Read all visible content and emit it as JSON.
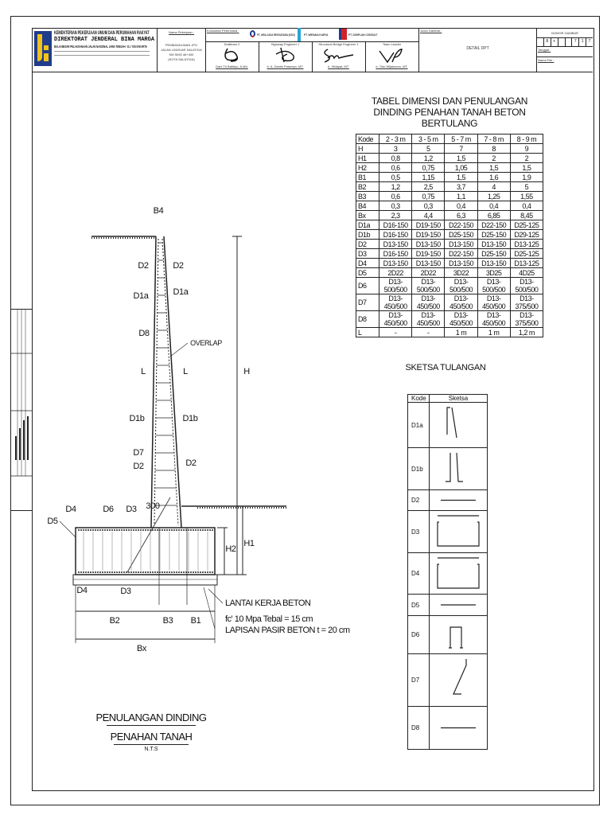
{
  "title_block": {
    "ministry": "KEMENTERIAN PEKERJAAN UMUM DAN PERUMAHAN RAKYAT",
    "directorate": "DIREKTORAT JENDERAL BINA MARGA",
    "office": "BALAI BESAR PELAKSANAAN JALAN NASIONAL JAWA TENGAH - D.I. YOGYAKARTA",
    "project_label": "Nama Pekerjaan :",
    "project_lines": [
      "PEMBANGUNAN JPO",
      "JALAN LINGKAR SALATIGA",
      "KM SMG 46+400",
      "(KOTA SALATIGA)"
    ],
    "consultant_label": "Konsultan Perencana :",
    "consultants": [
      "PT. ARIA JASA REKSATAMA (KSO)",
      "PT. WIRANA KARYA",
      "PT. DISIPLAN CONSULT"
    ],
    "signatories": [
      {
        "role": "Drafteam 2",
        "name": "Dani Tri Bahtiyo, A.Md."
      },
      {
        "role": "Highway Engineer 1",
        "name": "Ir. A. Daniel Prasetyo, MT."
      },
      {
        "role": "Structural Bridge Engineer 1",
        "name": "Ir. Hidayat, MT."
      },
      {
        "role": "Team Leader",
        "name": "Ir. Toto Wijaksono, MT."
      }
    ],
    "drawing_title_label": "Judul Gambar :",
    "drawing_title": "DETAIL DPT",
    "sheet_number_label": "NOMOR GAMBAR",
    "sheet_number_cells": [
      "",
      "8",
      "+",
      "",
      "",
      "7",
      "1",
      "7"
    ],
    "date_label": "Tanggal :",
    "file_label": "Nama File :"
  },
  "dimension_table": {
    "title_lines": [
      "TABEL DIMENSI DAN PENULANGAN",
      "DINDING PENAHAN TANAH BETON BERTULANG"
    ],
    "headers": [
      "Kode",
      "2 - 3 m",
      "3 - 5 m",
      "5 - 7 m",
      "7 - 8 m",
      "8 - 9 m"
    ],
    "rows": [
      [
        "H",
        "3",
        "5",
        "7",
        "8",
        "9"
      ],
      [
        "H1",
        "0,8",
        "1,2",
        "1,5",
        "2",
        "2"
      ],
      [
        "H2",
        "0,6",
        "0,75",
        "1,05",
        "1,5",
        "1,5"
      ],
      [
        "B1",
        "0,5",
        "1,15",
        "1,5",
        "1,6",
        "1,9"
      ],
      [
        "B2",
        "1,2",
        "2,5",
        "3,7",
        "4",
        "5"
      ],
      [
        "B3",
        "0,6",
        "0,75",
        "1,1",
        "1,25",
        "1,55"
      ],
      [
        "B4",
        "0,3",
        "0,3",
        "0,4",
        "0,4",
        "0,4"
      ],
      [
        "Bx",
        "2,3",
        "4,4",
        "6,3",
        "6,85",
        "8,45"
      ],
      [
        "D1a",
        "D16-150",
        "D19-150",
        "D22-150",
        "D22-150",
        "D25-125"
      ],
      [
        "D1b",
        "D16-150",
        "D19-150",
        "D25-150",
        "D25-150",
        "D29-125"
      ],
      [
        "D2",
        "D13-150",
        "D13-150",
        "D13-150",
        "D13-150",
        "D13-125"
      ],
      [
        "D3",
        "D16-150",
        "D19-150",
        "D22-150",
        "D25-150",
        "D25-125"
      ],
      [
        "D4",
        "D13-150",
        "D13-150",
        "D13-150",
        "D13-150",
        "D13-125"
      ],
      [
        "D5",
        "2D22",
        "2D22",
        "3D22",
        "3D25",
        "4D25"
      ],
      [
        "D6",
        "D13-500/500",
        "D13-500/500",
        "D13-500/500",
        "D13-500/500",
        "D13-500/500"
      ],
      [
        "D7",
        "D13-450/500",
        "D13-450/500",
        "D13-450/500",
        "D13-450/500",
        "D13-375/500"
      ],
      [
        "D8",
        "D13-450/500",
        "D13-450/500",
        "D13-450/500",
        "D13-450/500",
        "D13-375/500"
      ],
      [
        "L",
        "-",
        "-",
        "1 m",
        "1 m",
        "1,2 m"
      ]
    ]
  },
  "sketch_table": {
    "title": "SKETSA TULANGAN",
    "headers": [
      "Kode",
      "Sketsa"
    ],
    "rows": [
      {
        "code": "D1a",
        "shape": "hook-slant-bar"
      },
      {
        "code": "D1b",
        "shape": "double-l-bar"
      },
      {
        "code": "D2",
        "shape": "straight-bar"
      },
      {
        "code": "D3",
        "shape": "u-bar-with-top"
      },
      {
        "code": "D4",
        "shape": "u-bar-with-top"
      },
      {
        "code": "D5",
        "shape": "straight-bar"
      },
      {
        "code": "D6",
        "shape": "hat-bar"
      },
      {
        "code": "D7",
        "shape": "z-bar"
      },
      {
        "code": "D8",
        "shape": "straight-bar"
      }
    ]
  },
  "section": {
    "labels": {
      "b4": "B4",
      "d2_left": "D2",
      "d2_right": "D2",
      "d1a_left": "D1a",
      "d1a_right": "D1a",
      "d8": "D8",
      "overlap": "OVERLAP",
      "l_left": "L",
      "l_right": "L",
      "h": "H",
      "d1b_left": "D1b",
      "d1b_right": "D1b",
      "d7": "D7",
      "d2_lower_left": "D2",
      "d2_lower_right": "D2",
      "d4_top": "D4",
      "d6": "D6",
      "d3_top": "D3",
      "angle": "300",
      "d5": "D5",
      "h1": "H1",
      "h2": "H2",
      "d4_bottom": "D4",
      "d3_bottom": "D3",
      "b2": "B2",
      "b3": "B3",
      "b1": "B1",
      "bx": "Bx"
    },
    "notes": [
      "LANTAI KERJA BETON",
      "fc' 10 Mpa Tebal = 15 cm",
      "LAPISAN PASIR BETON  t = 20 cm"
    ],
    "title_lines": [
      "PENULANGAN DINDING",
      "PENAHAN TANAH"
    ],
    "scale": "N.T.S"
  },
  "colors": {
    "logo_blue": "#1f3d8a",
    "logo_yellow": "#f2c21b",
    "line": "#222222"
  }
}
